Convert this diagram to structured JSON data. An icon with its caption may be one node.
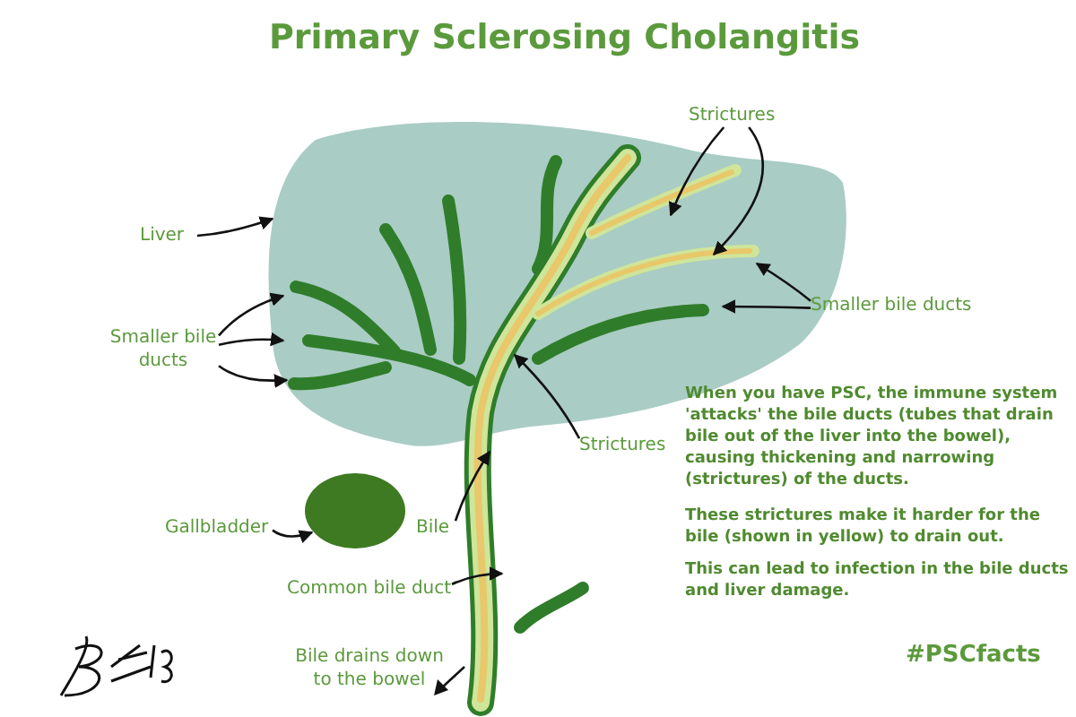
{
  "diagram": {
    "title": "Primary Sclerosing Cholangitis",
    "nodes": [
      {
        "text": [
          "Liver"
        ]
      },
      {
        "text": [],
        "shape": "picture"
      },
      {
        "text": [
          "Smaller bile ducts"
        ]
      },
      {
        "text": [
          "Strictures"
        ]
      },
      {
        "text": [
          "Smaller bile ducts"
        ]
      },
      {
        "text": [
          "Strictures"
        ]
      },
      {
        "text": [
          "Gallbladder"
        ]
      },
      {
        "text": [],
        "shape": "circle"
      },
      {
        "text": [
          "Bile"
        ]
      },
      {
        "text": [
          "Common bile duct"
        ]
      },
      {
        "text": [
          "Bile drains down to the bowel"
        ]
      }
    ],
    "edges": [
      {
        "from": 0,
        "to": 1,
        "arrow": "to"
      },
      {
        "from": 2,
        "to": 1,
        "arrow": "to"
      },
      {
        "from": 2,
        "to": 1,
        "arrow": "to"
      },
      {
        "from": 2,
        "to": 1,
        "arrow": "to"
      },
      {
        "from": 3,
        "to": 1,
        "arrow": "to"
      },
      {
        "from": 3,
        "to": 1,
        "arrow": "to"
      },
      {
        "from": 4,
        "to": 1,
        "arrow": "to"
      },
      {
        "from": 4,
        "to": 1,
        "arrow": "to"
      },
      {
        "from": 5,
        "to": 1,
        "arrow": "to"
      },
      {
        "from": 6,
        "to": 7,
        "arrow": "to"
      },
      {
        "from": 8,
        "to": 1,
        "arrow": "to"
      },
      {
        "from": 9,
        "to": null,
        "arrow": "to"
      }
    ],
    "labels": [
      "When you have PSC, the immune system 'attacks' the bile ducts (tubes that drain bile out of the liver into the bowel), causing thickening and narrowing (strictures) of the ducts.",
      "These strictures make it harder for the bile (shown in yellow) to drain out.",
      "This can lead to infection in the bile ducts and liver damage.",
      "#PSCfacts"
    ]
  }
}
